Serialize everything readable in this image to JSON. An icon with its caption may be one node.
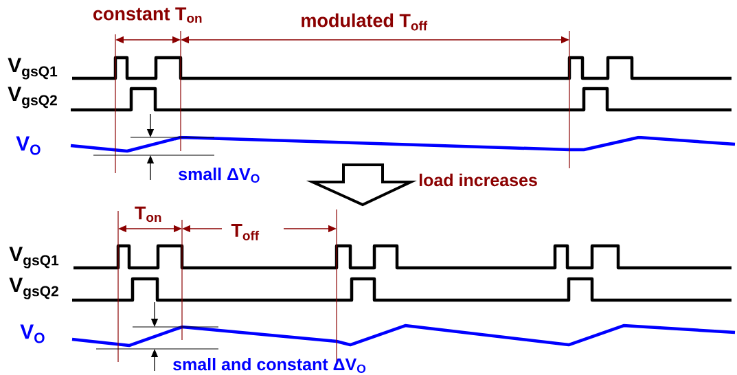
{
  "diagram": {
    "labels": [
      "constant T$_{on}$",
      "modulated T$_{off}$",
      "V$_{gsQ1}$",
      "V$_{gsQ2}$",
      "V$_{O}$",
      "small ΔV$_{O}$",
      "load increases",
      "T$_{on}$",
      "T$_{off}$",
      "V$_{gsQ1}$",
      "V$_{gsQ2}$",
      "V$_{O}$",
      "small and constant ΔV$_{O}$"
    ]
  }
}
